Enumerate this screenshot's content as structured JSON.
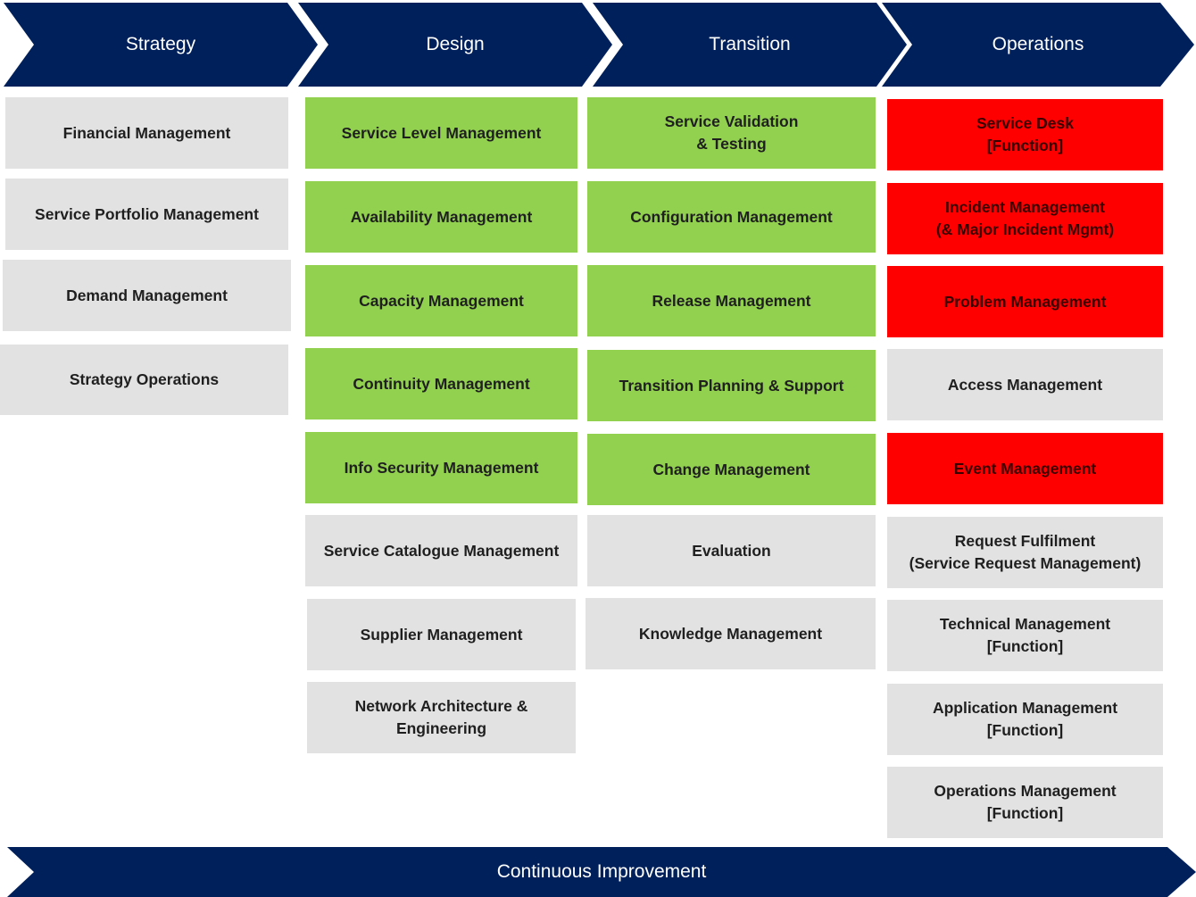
{
  "phases": [
    {
      "label": "Strategy"
    },
    {
      "label": "Design"
    },
    {
      "label": "Transition"
    },
    {
      "label": "Operations"
    }
  ],
  "footer": {
    "label": "Continuous Improvement"
  },
  "colors": {
    "chevron": "#00205b",
    "grey": "#e2e2e2",
    "green": "#92d050",
    "red": "#ff0000"
  },
  "strategy": [
    {
      "label": "Financial Management",
      "status": "grey"
    },
    {
      "label": "Service Portfolio Management",
      "status": "grey"
    },
    {
      "label": "Demand Management",
      "status": "grey"
    },
    {
      "label": "Strategy Operations",
      "status": "grey"
    }
  ],
  "design": [
    {
      "label": "Service Level Management",
      "status": "green"
    },
    {
      "label": "Availability Management",
      "status": "green"
    },
    {
      "label": "Capacity Management",
      "status": "green"
    },
    {
      "label": "Continuity Management",
      "status": "green"
    },
    {
      "label": "Info Security Management",
      "status": "green"
    },
    {
      "label": "Service Catalogue Management",
      "status": "grey"
    },
    {
      "label": "Supplier Management",
      "status": "grey"
    },
    {
      "label": "Network Architecture &\nEngineering",
      "status": "grey"
    }
  ],
  "transition": [
    {
      "label": "Service Validation\n& Testing",
      "status": "green"
    },
    {
      "label": "Configuration Management",
      "status": "green"
    },
    {
      "label": "Release Management",
      "status": "green"
    },
    {
      "label": "Transition Planning & Support",
      "status": "green"
    },
    {
      "label": "Change Management",
      "status": "green"
    },
    {
      "label": "Evaluation",
      "status": "grey"
    },
    {
      "label": "Knowledge Management",
      "status": "grey"
    }
  ],
  "operations": [
    {
      "label": "Service Desk\n[Function]",
      "status": "red"
    },
    {
      "label": "Incident Management\n(& Major Incident Mgmt)",
      "status": "red"
    },
    {
      "label": "Problem Management",
      "status": "red"
    },
    {
      "label": "Access Management",
      "status": "grey"
    },
    {
      "label": "Event Management",
      "status": "red"
    },
    {
      "label": "Request Fulfilment\n(Service Request Management)",
      "status": "grey"
    },
    {
      "label": "Technical Management\n[Function]",
      "status": "grey"
    },
    {
      "label": "Application Management\n[Function]",
      "status": "grey"
    },
    {
      "label": "Operations Management\n[Function]",
      "status": "grey"
    }
  ]
}
